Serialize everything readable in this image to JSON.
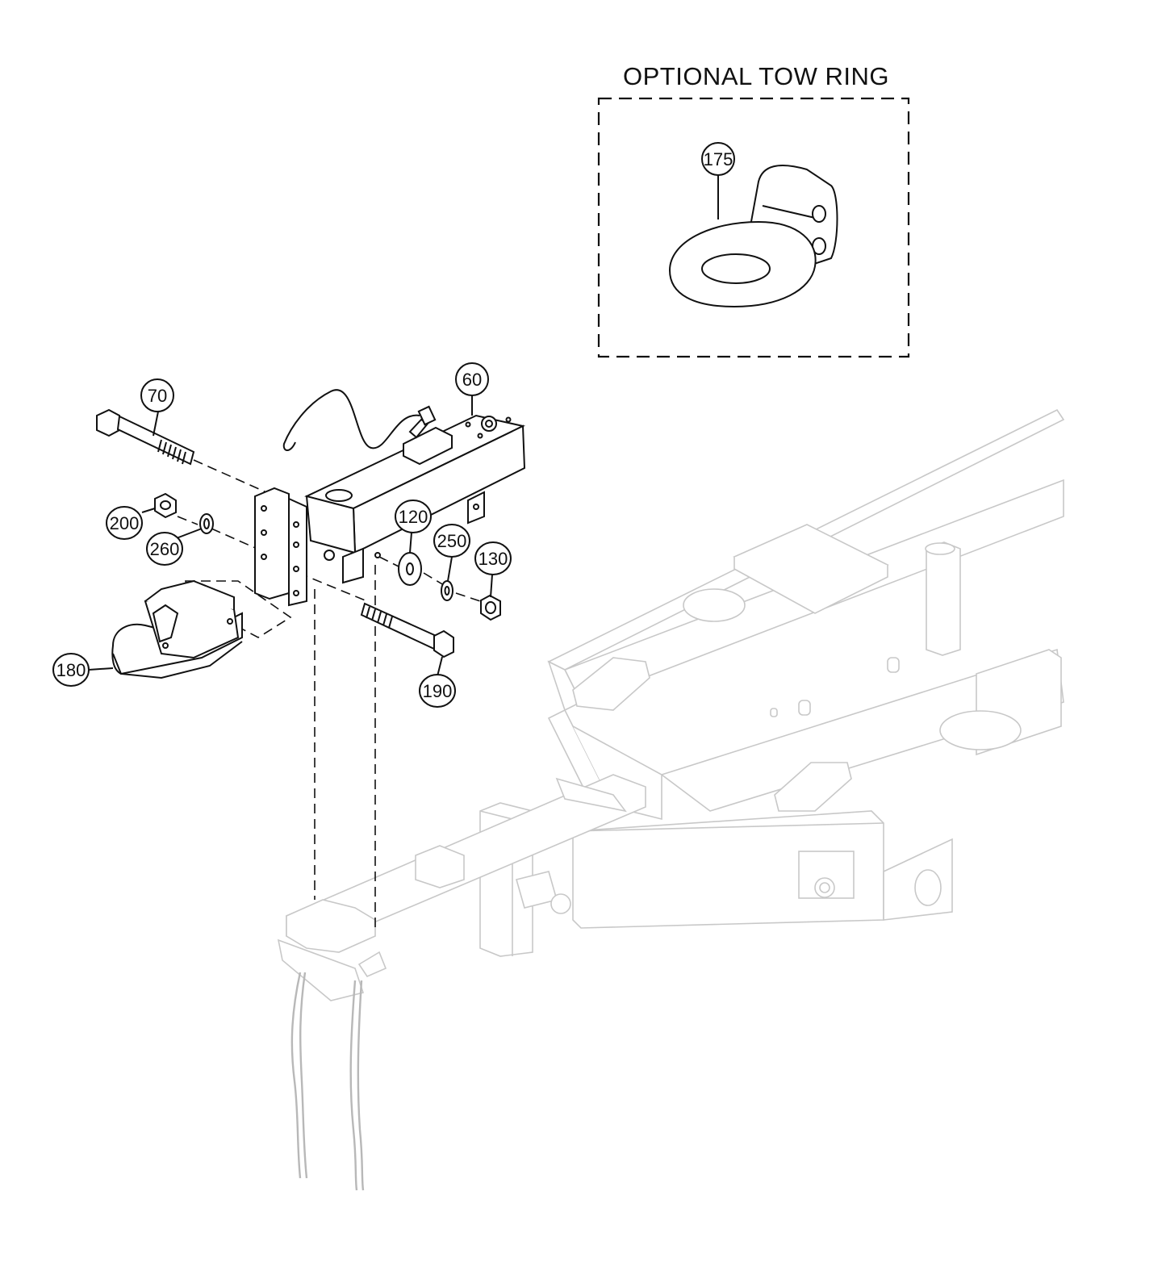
{
  "inset": {
    "title": "OPTIONAL TOW RING"
  },
  "callouts": {
    "c175": "175",
    "c60": "60",
    "c70": "70",
    "c200": "200",
    "c260": "260",
    "c120": "120",
    "c250": "250",
    "c130": "130",
    "c180": "180",
    "c190": "190"
  }
}
